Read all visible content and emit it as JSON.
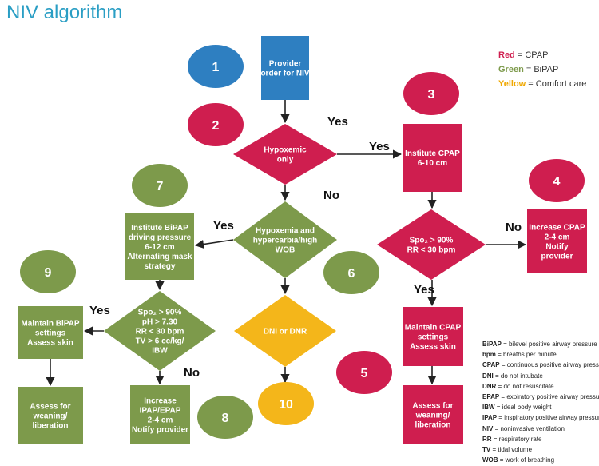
{
  "title": "NIV algorithm",
  "colors": {
    "blue": "#2e7fc1",
    "red": "#cf1e4f",
    "green": "#7d9a4b",
    "yellow": "#f4b61a",
    "legend_red": "#cf1e4f",
    "legend_green": "#7d9a4b",
    "legend_yellow": "#f0a800"
  },
  "legend": [
    {
      "key": "Red",
      "desc": " = CPAP"
    },
    {
      "key": "Green",
      "desc": " = BiPAP"
    },
    {
      "key": "Yellow",
      "desc": " = Comfort care"
    }
  ],
  "nodes": {
    "provider": {
      "lines": [
        "Provider",
        "order for NIV"
      ]
    },
    "hypoxemic": {
      "lines": [
        "Hypoxemic",
        "only"
      ]
    },
    "cpap": {
      "lines": [
        "Institute CPAP",
        "6-10 cm"
      ]
    },
    "hypercarbia": {
      "lines": [
        "Hypoxemia and",
        "hypercarbia/high",
        "WOB"
      ]
    },
    "spo2_cpap": {
      "lines": [
        "Spo₂ > 90%",
        "RR < 30 bpm"
      ]
    },
    "increase_cpap": {
      "lines": [
        "Increase CPAP",
        "2-4 cm",
        "Notify",
        "provider"
      ]
    },
    "bipap": {
      "lines": [
        "Institute BiPAP",
        "driving pressure",
        "6-12 cm",
        "Alternating mask",
        "strategy"
      ]
    },
    "spo2_bipap": {
      "lines": [
        "Spo₂ > 90%",
        "pH > 7.30",
        "RR < 30 bpm",
        "TV > 6 cc/kg/",
        "IBW"
      ]
    },
    "maintain_bipap": {
      "lines": [
        "Maintain BiPAP",
        "settings",
        "Assess skin"
      ]
    },
    "dni": {
      "lines": [
        "DNI or DNR"
      ]
    },
    "maintain_cpap": {
      "lines": [
        "Maintain CPAP",
        "settings",
        "Assess skin"
      ]
    },
    "assess_bipap": {
      "lines": [
        "Assess for",
        "weaning/",
        "liberation"
      ]
    },
    "increase_ipap": {
      "lines": [
        "Increase",
        "IPAP/EPAP",
        "2-4 cm",
        "Notify provider"
      ]
    },
    "assess_cpap": {
      "lines": [
        "Assess for",
        "weaning/",
        "liberation"
      ]
    }
  },
  "step_numbers": {
    "n1": "1",
    "n2": "2",
    "n3": "3",
    "n4": "4",
    "n5": "5",
    "n6": "6",
    "n7": "7",
    "n8": "8",
    "n9": "9",
    "n10": "10"
  },
  "edge_labels": {
    "yes_hypoxemic_top": "Yes",
    "yes_to_cpap": "Yes",
    "no_hypoxemic": "No",
    "yes_to_bipap": "Yes",
    "no_spo2_cpap": "No",
    "yes_spo2_cpap": "Yes",
    "yes_spo2_bipap": "Yes",
    "no_spo2_bipap": "No"
  },
  "abbreviations": [
    {
      "term": "BiPAP",
      "def": " = bilevel positive airway pressure"
    },
    {
      "term": "bpm",
      "def": " = breaths per minute"
    },
    {
      "term": "CPAP",
      "def": " = continuous positive airway pressure"
    },
    {
      "term": "DNI",
      "def": " = do not intubate"
    },
    {
      "term": "DNR",
      "def": " = do not resuscitate"
    },
    {
      "term": "EPAP",
      "def": " = expiratory positive airway pressure"
    },
    {
      "term": "IBW",
      "def": " = ideal body weight"
    },
    {
      "term": "IPAP",
      "def": " = inspiratory positive airway pressure"
    },
    {
      "term": "NIV",
      "def": " = noninvasive ventilation"
    },
    {
      "term": "RR",
      "def": " = respiratory rate"
    },
    {
      "term": "TV",
      "def": " = tidal volume"
    },
    {
      "term": "WOB",
      "def": " = work of breathing"
    }
  ]
}
